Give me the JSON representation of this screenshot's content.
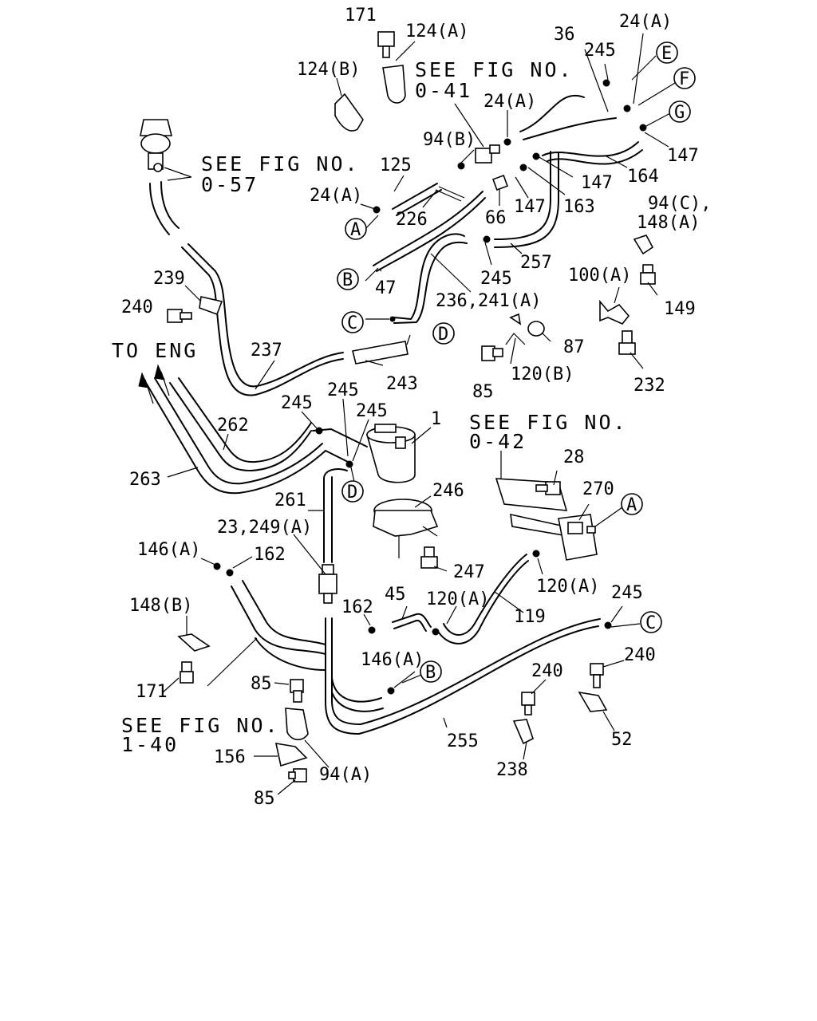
{
  "diagram": {
    "labels": {
      "l171a": "171",
      "l124a": "124(A)",
      "l124b": "124(B)",
      "l36": "36",
      "l24a_top": "24(A)",
      "l245_top": "245",
      "l24a_mid": "24(A)",
      "l94b": "94(B)",
      "l125": "125",
      "l24a_left": "24(A)",
      "l226": "226",
      "l66": "66",
      "l147a": "147",
      "l147b": "147",
      "l147c": "147",
      "l163": "163",
      "l164": "164",
      "l94c": "94(C),",
      "l148a": "148(A)",
      "l47": "47",
      "l245a": "245",
      "l257": "257",
      "l236": "236,241(A)",
      "l100a": "100(A)",
      "l149": "149",
      "l239": "239",
      "l240a": "240",
      "l237": "237",
      "l243": "243",
      "l87": "87",
      "l120b": "120(B)",
      "l85a": "85",
      "l232": "232",
      "l245b": "245",
      "l245c": "245",
      "l245d": "245",
      "l262": "262",
      "l263": "263",
      "l1": "1",
      "l28": "28",
      "l270": "270",
      "l246": "246",
      "l261": "261",
      "l247": "247",
      "l23": "23,249(A)",
      "l146a_top": "146(A)",
      "l162a": "162",
      "l120a_a": "120(A)",
      "l45": "45",
      "l162b": "162",
      "l120a_b": "120(A)",
      "l119": "119",
      "l245e": "245",
      "l148b": "148(B)",
      "l146a_b": "146(A)",
      "l240b": "240",
      "l240c": "240",
      "l171b": "171",
      "l85b": "85",
      "l255": "255",
      "l52": "52",
      "l156": "156",
      "l94a": "94(A)",
      "l238": "238",
      "l85c": "85"
    },
    "references": {
      "see041_a": "SEE FIG NO.",
      "see041_b": "0-41",
      "see057_a": "SEE FIG NO.",
      "see057_b": "0-57",
      "see042_a": "SEE FIG NO.",
      "see042_b": "0-42",
      "see140_a": "SEE FIG NO.",
      "see140_b": "1-40",
      "to_eng": "TO ENG"
    },
    "connectors": {
      "A1": "A",
      "A2": "A",
      "B1": "B",
      "B2": "B",
      "C1": "C",
      "C2": "C",
      "D1": "D",
      "D2": "D",
      "E": "E",
      "F": "F",
      "G": "G"
    }
  }
}
